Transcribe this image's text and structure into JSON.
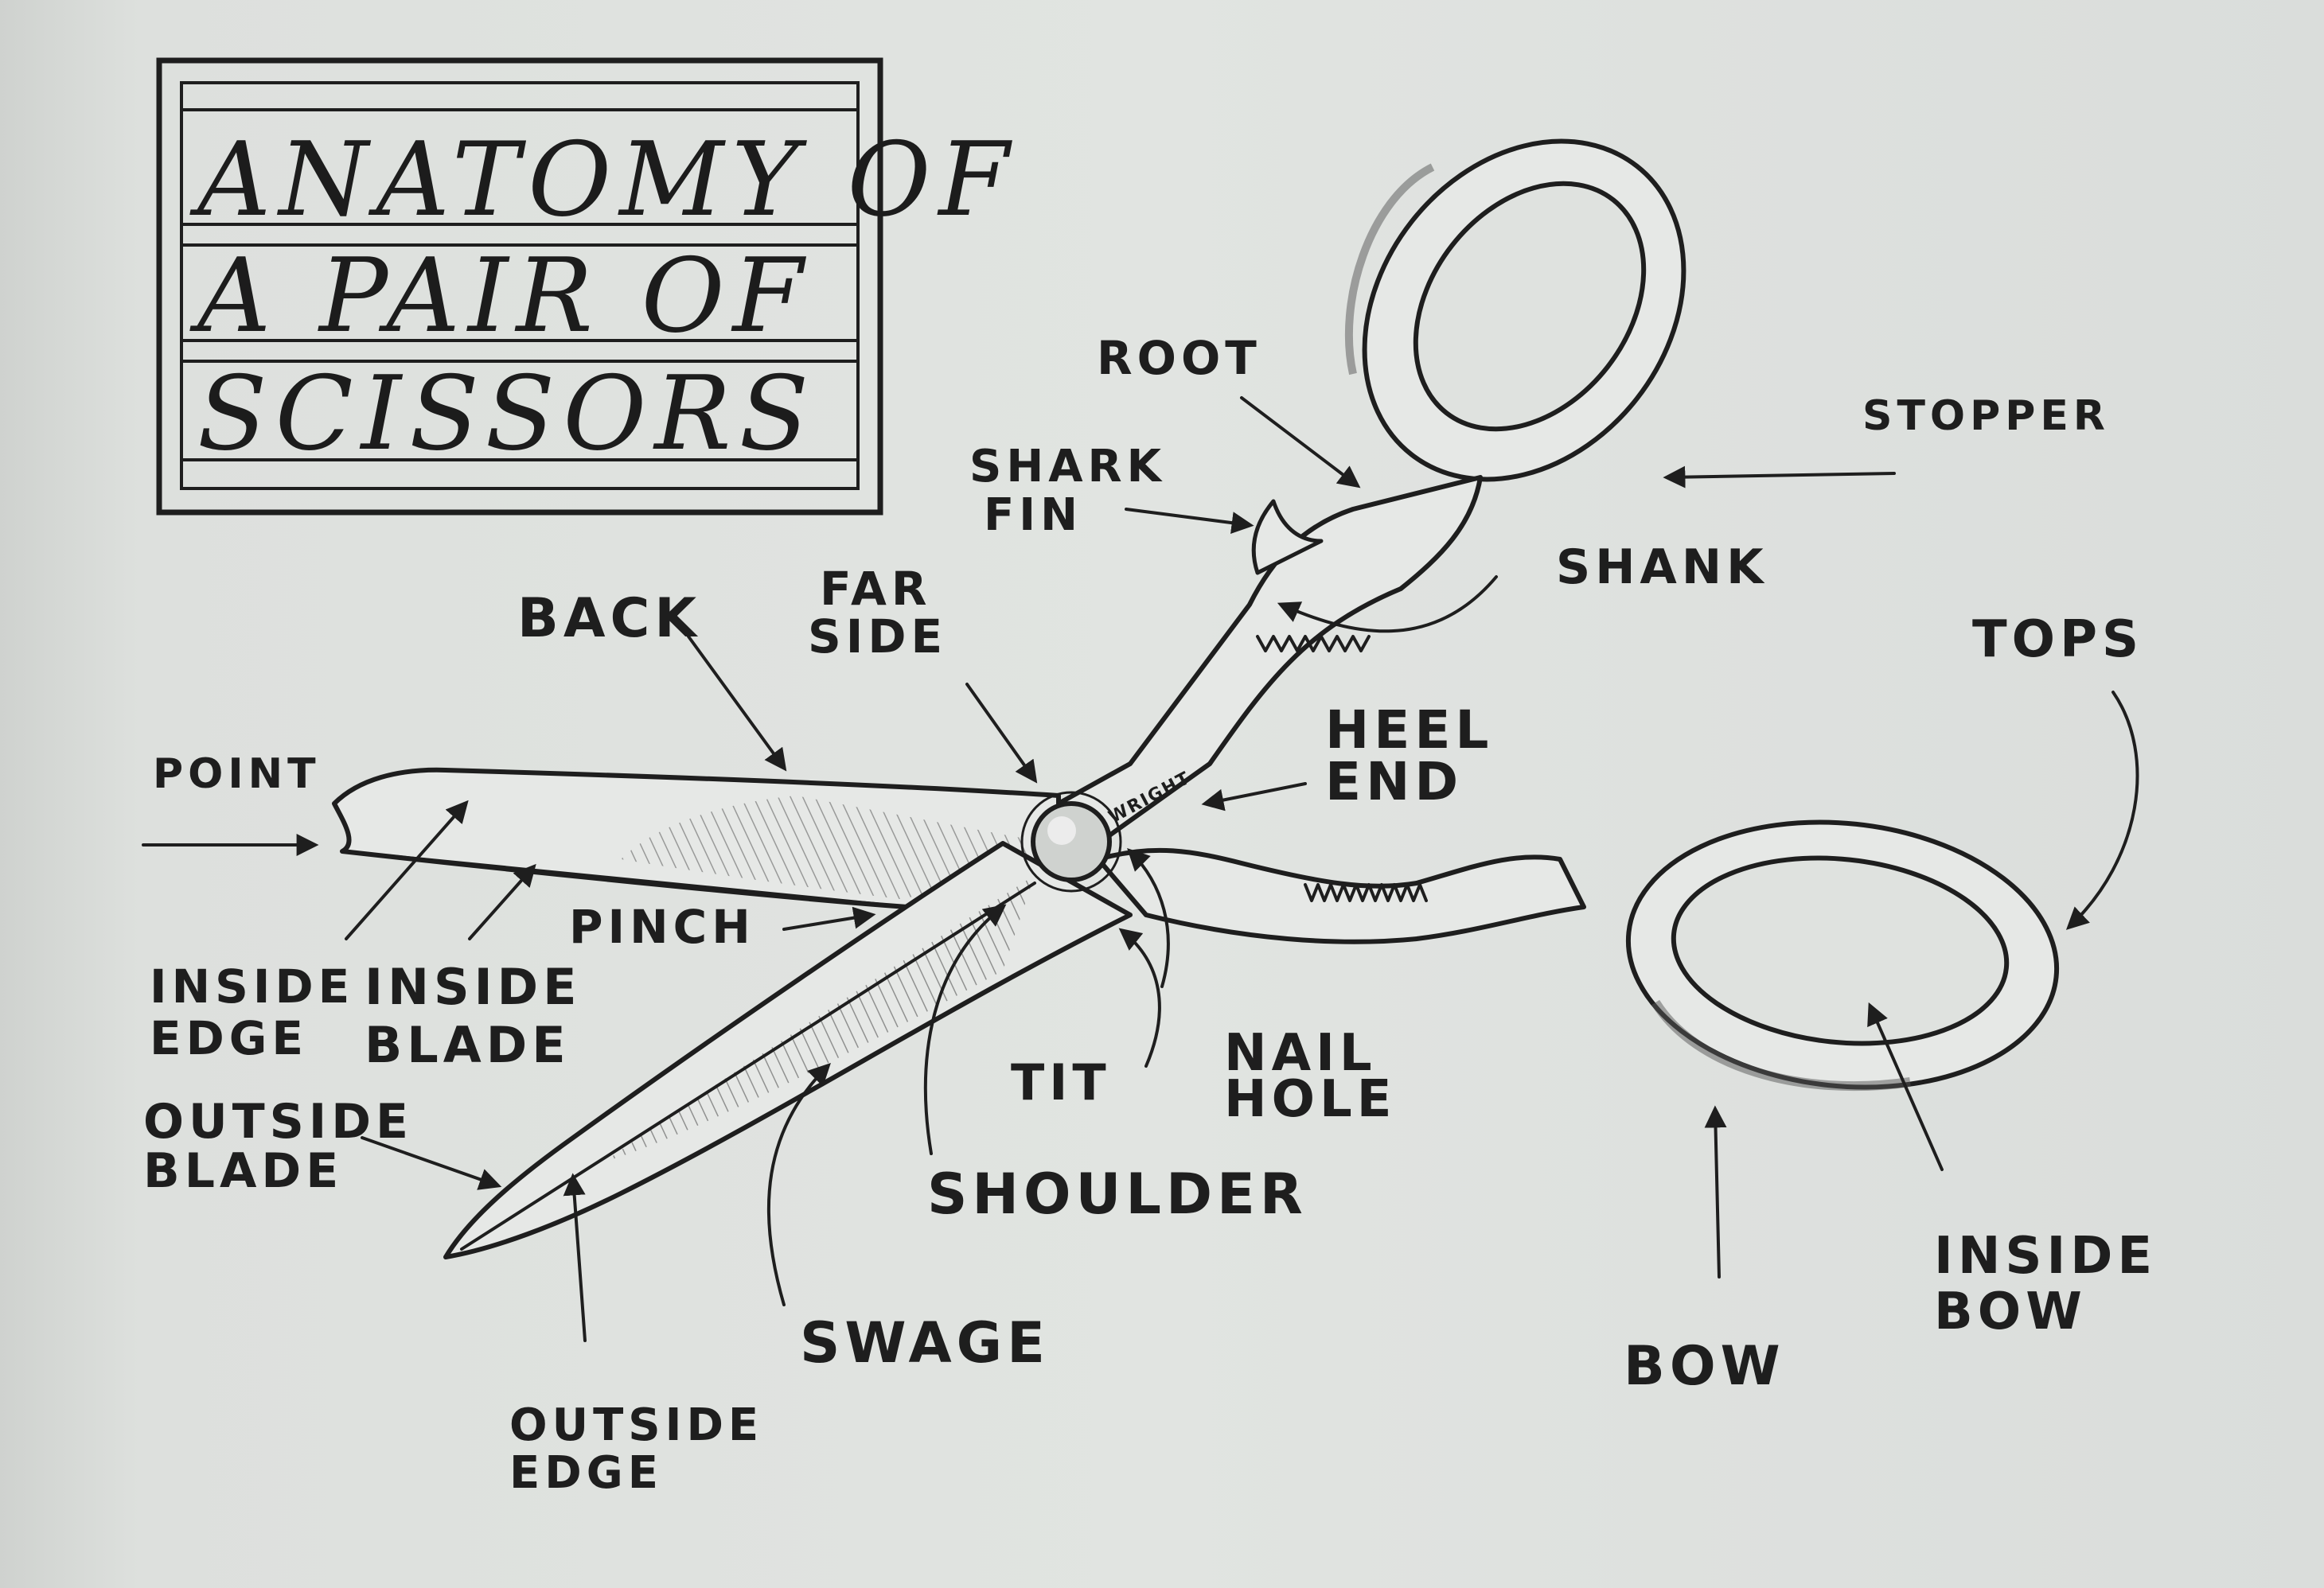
{
  "title": {
    "line1": "ANATOMY OF",
    "line2": "A PAIR OF",
    "line3": "SCISSORS"
  },
  "brand": "WRIGHT",
  "labels": {
    "root": "ROOT",
    "shark_fin_1": "SHARK",
    "shark_fin_2": "FIN",
    "stopper": "STOPPER",
    "shank": "SHANK",
    "back": "BACK",
    "far_side_1": "FAR",
    "far_side_2": "SIDE",
    "tops": "TOPS",
    "heel_end_1": "HEEL",
    "heel_end_2": "END",
    "point": "POINT",
    "pinch": "PINCH",
    "inside_edge_1": "INSIDE",
    "inside_edge_2": "EDGE",
    "inside_blade_1": "INSIDE",
    "inside_blade_2": "BLADE",
    "nail_hole_1": "NAIL",
    "nail_hole_2": "HOLE",
    "tit": "TIT",
    "outside_blade_1": "OUTSIDE",
    "outside_blade_2": "BLADE",
    "shoulder": "SHOULDER",
    "swage": "SWAGE",
    "outside_edge_1": "OUTSIDE",
    "outside_edge_2": "EDGE",
    "bow": "BOW",
    "inside_bow_1": "INSIDE",
    "inside_bow_2": "BOW"
  }
}
